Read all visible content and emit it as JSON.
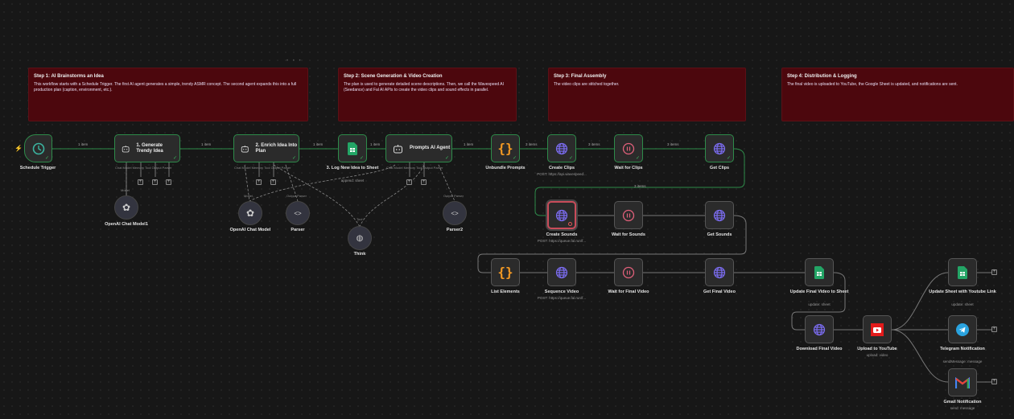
{
  "notes": [
    {
      "title": "Step 1: AI Brainstorms an Idea",
      "body": "This workflow starts with a Schedule Trigger. The first AI agent generates a simple, trendy ASMR concept. The second agent expands this into a full production plan (caption, environment, etc.)."
    },
    {
      "title": "Step 2: Scene Generation & Video Creation",
      "body": "The plan is used to generate detailed scene descriptions. Then, we call the Wavespeed AI (Seedance) and Fal AI APIs to create the video clips and sound effects in parallel."
    },
    {
      "title": "Step 3: Final Assembly",
      "body": "The video clips are stitched together."
    },
    {
      "title": "Step 4: Distribution & Logging",
      "body": "The final video is uploaded to YouTube, the Google Sheet is updated, and notifications are sent."
    }
  ],
  "nodes": {
    "schedule": {
      "label": "Schedule Trigger",
      "icon": "clock-icon"
    },
    "generate": {
      "title": "1. Generate Trendy Idea",
      "icon": "robot-icon"
    },
    "enrich": {
      "title": "2. Enrich Idea Into Plan",
      "icon": "robot-icon"
    },
    "log": {
      "label": "3. Log New Idea to Sheet",
      "sub": "append: sheet",
      "icon": "google-sheets-icon"
    },
    "prompts": {
      "title": "Prompts AI Agent",
      "icon": "robot-icon"
    },
    "unbundle": {
      "label": "Unbundle Prompts",
      "icon": "braces-icon"
    },
    "create_clips": {
      "label": "Create Clips",
      "sub": "POST: https://api.wavespeed...",
      "icon": "globe-icon"
    },
    "wait_clips": {
      "label": "Wait for Clips",
      "icon": "pause-icon"
    },
    "get_clips": {
      "label": "Get Clips",
      "icon": "globe-icon"
    },
    "create_sounds": {
      "label": "Create Sounds",
      "sub": "POST: https://queue.fal.run/f...",
      "icon": "globe-icon"
    },
    "wait_sounds": {
      "label": "Wait for Sounds",
      "icon": "pause-icon"
    },
    "get_sounds": {
      "label": "Get Sounds",
      "icon": "globe-icon"
    },
    "list": {
      "label": "List Elements",
      "icon": "braces-icon"
    },
    "sequence": {
      "label": "Sequence Video",
      "sub": "POST: https://queue.fal.run/f...",
      "icon": "globe-icon"
    },
    "wait_final": {
      "label": "Wait for Final Video",
      "icon": "pause-icon"
    },
    "get_final": {
      "label": "Get Final Video",
      "icon": "globe-icon"
    },
    "update_final": {
      "label": "Update Final Video to Sheet",
      "sub": "update: sheet",
      "icon": "google-sheets-icon"
    },
    "download": {
      "label": "Download Final Video",
      "icon": "globe-icon"
    },
    "youtube": {
      "label": "Upload to YouTube",
      "sub": "upload: video",
      "icon": "youtube-icon"
    },
    "update_link": {
      "label": "Update Sheet with Youtube Link",
      "sub": "update: sheet",
      "icon": "google-sheets-icon"
    },
    "telegram": {
      "label": "Telegram Notification",
      "sub": "sendMessage: message",
      "icon": "telegram-icon"
    },
    "gmail": {
      "label": "Gmail Notification",
      "sub": "send: message",
      "icon": "gmail-icon"
    },
    "openai1": {
      "label": "OpenAI Chat Model1",
      "port": "Model"
    },
    "openai": {
      "label": "OpenAI Chat Model",
      "port": "Model"
    },
    "parser": {
      "label": "Parser",
      "port": "Output Parser"
    },
    "think": {
      "label": "Think",
      "port": "Tool"
    },
    "parser2": {
      "label": "Parser2",
      "port": "Output Parser"
    }
  },
  "ports": {
    "chat_model": "Chat Model",
    "memory": "Memory",
    "tool": "Tool",
    "output_parser": "Output Parser"
  },
  "edges": {
    "one": "1 item",
    "three": "3 items"
  },
  "colors": {
    "accent_green": "#2e8b4a",
    "note_bg": "#4c070d",
    "error": "#c94c5a"
  }
}
